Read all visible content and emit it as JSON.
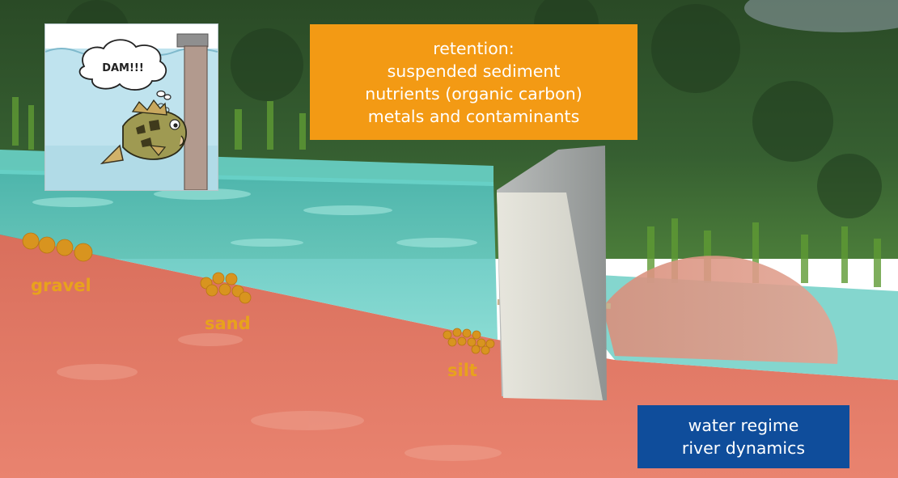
{
  "cartoon": {
    "speech_bubble": "DAM!!!"
  },
  "retention_box": {
    "lines": [
      "retention:",
      "suspended sediment",
      "nutrients (organic carbon)",
      "metals and contaminants"
    ],
    "color": "#f39a14"
  },
  "regime_box": {
    "lines": [
      "water regime",
      "river dynamics"
    ],
    "color": "#0f4d9b"
  },
  "sediment_labels": {
    "gravel": "gravel",
    "sand": "sand",
    "silt": "silt"
  },
  "colors": {
    "label": "#e8a21c",
    "grain": "#d8941f",
    "riverbed": "#e07a66",
    "water": "#57c8c0",
    "forest": "#2f5a2c"
  }
}
